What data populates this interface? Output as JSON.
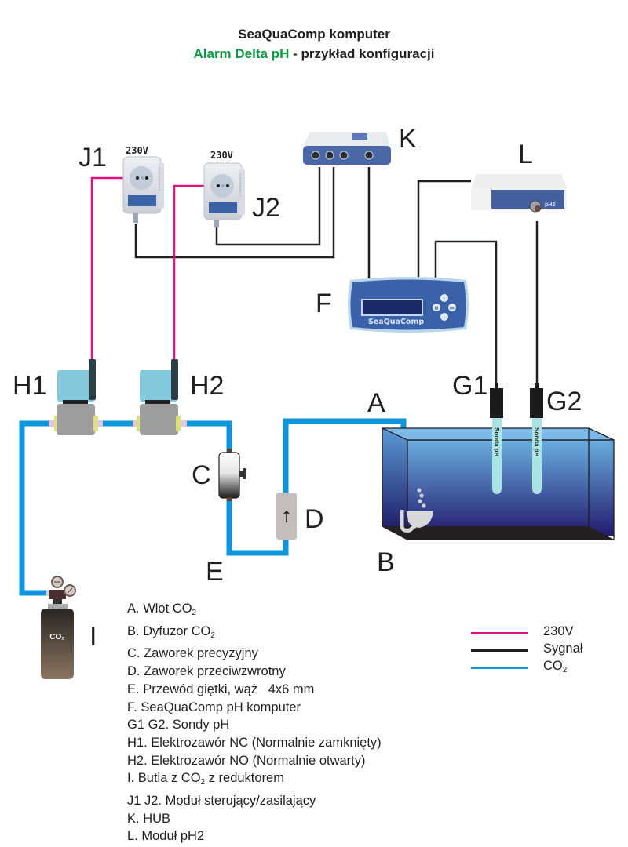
{
  "title": {
    "line1": "SeaQuaComp  komputer",
    "line2_highlight": "Alarm Delta pH",
    "line2_rest": " -  przykład konfiguracji"
  },
  "colors": {
    "power_230v": "#e3137d",
    "signal": "#231f20",
    "co2": "#0b96de",
    "title_green": "#0a9a44",
    "aquarium_top": "#6aaee0",
    "aquarium_bottom": "#231a6e"
  },
  "diagram": {
    "labels": {
      "A": "A",
      "B": "B",
      "C": "C",
      "D": "D",
      "E": "E",
      "F": "F",
      "G1": "G1",
      "G2": "G2",
      "H1": "H1",
      "H2": "H2",
      "I": "I",
      "J1": "J1",
      "J2": "J2",
      "K": "K",
      "L": "L"
    },
    "module_voltage_j1": "230V",
    "module_voltage_j2": "230V",
    "controller_brand": "SeaQuaComp",
    "controller_buttons": [
      "↑",
      "M",
      "OK",
      "↓"
    ],
    "ph2_module_label": "pH2",
    "probe_label_g1": "Sonda pH",
    "probe_label_g2": "Sonda pH",
    "cylinder_label": "CO₂",
    "check_valve_arrow": "↑"
  },
  "legend_items": [
    {
      "key": "A.",
      "text": "Wlot CO",
      "sub": "2",
      "after": ""
    },
    {
      "key": "B.",
      "text": "Dyfuzor CO",
      "sub": "2",
      "after": ""
    },
    {
      "key": "C.",
      "text": "Zaworek precyzyjny",
      "sub": "",
      "after": ""
    },
    {
      "key": "D.",
      "text": "Zaworek przeciwzwrotny",
      "sub": "",
      "after": ""
    },
    {
      "key": "E.",
      "text": "Przewód giętki, wąż   4x6 mm",
      "sub": "",
      "after": ""
    },
    {
      "key": "F.",
      "text": "SeaQuaComp pH komputer",
      "sub": "",
      "after": ""
    },
    {
      "key": "G1 G2.",
      "text": "Sondy pH",
      "sub": "",
      "after": ""
    },
    {
      "key": "H1.",
      "text": "Elektrozawór NC (Normalnie zamknięty)",
      "sub": "",
      "after": ""
    },
    {
      "key": "H2.",
      "text": "Elektrozawór NO (Normalnie otwarty)",
      "sub": "",
      "after": ""
    },
    {
      "key": "I.",
      "text": "Butla z CO",
      "sub": "2",
      "after": " z reduktorem"
    },
    {
      "key": "J1 J2.",
      "text": "Moduł sterujący/zasilający",
      "sub": "",
      "after": ""
    },
    {
      "key": "K.",
      "text": "HUB",
      "sub": "",
      "after": ""
    },
    {
      "key": "L.",
      "text": "Moduł pH2",
      "sub": "",
      "after": ""
    }
  ],
  "line_key": [
    {
      "label": "230V",
      "sub": "",
      "color": "#e3137d"
    },
    {
      "label": "Sygnał",
      "sub": "",
      "color": "#231f20"
    },
    {
      "label": "CO",
      "sub": "2",
      "color": "#0b96de"
    }
  ]
}
